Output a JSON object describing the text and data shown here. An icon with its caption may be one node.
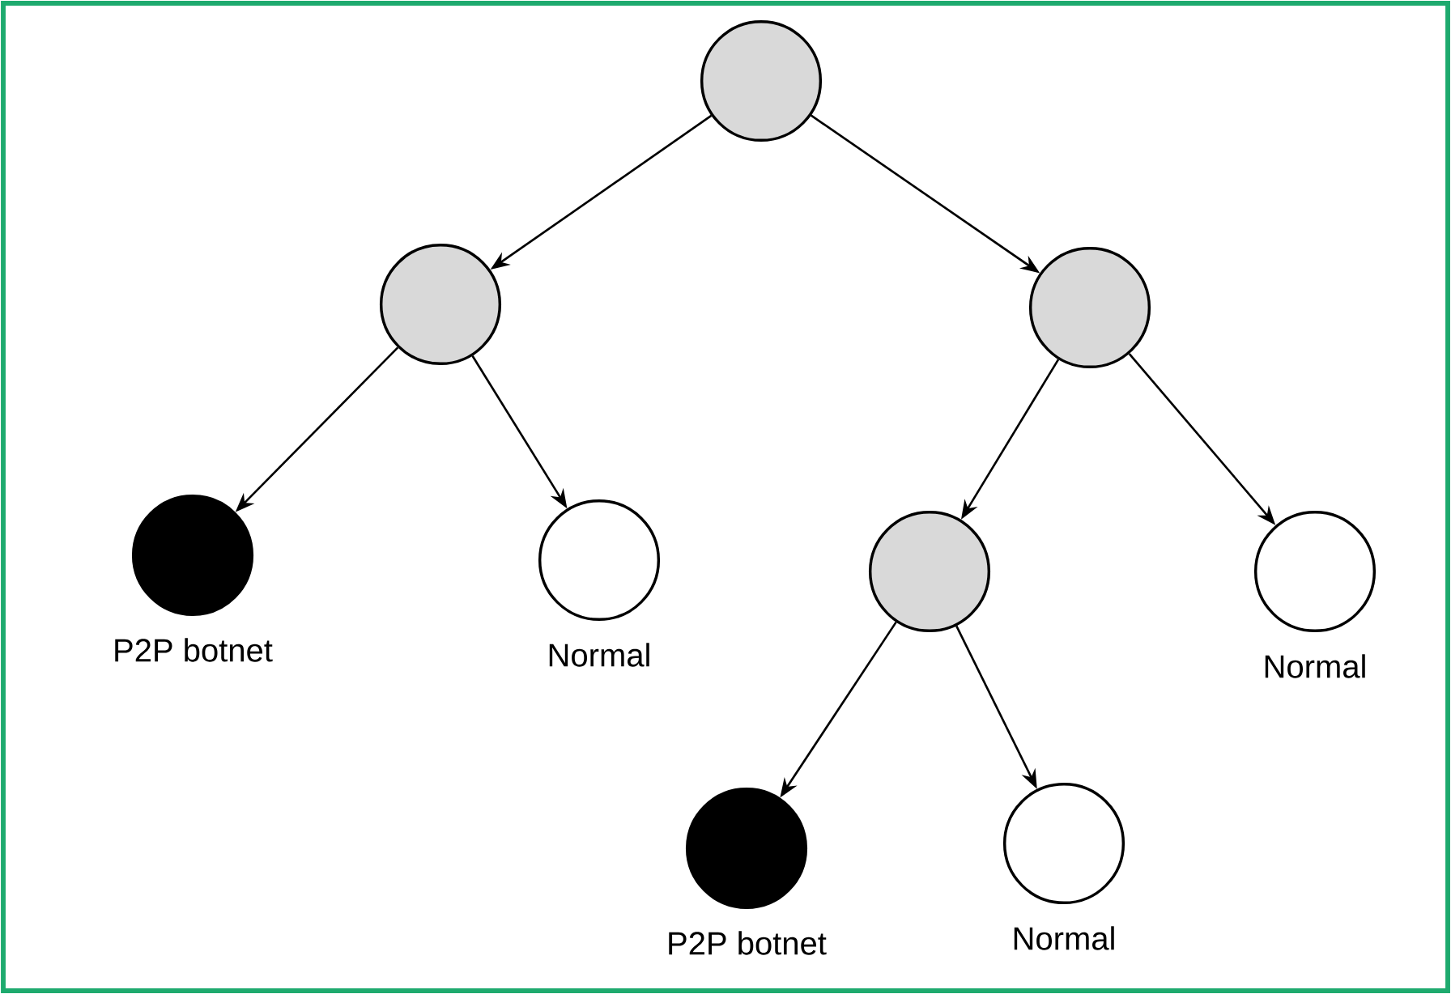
{
  "diagram": {
    "nodes": [
      {
        "text": [],
        "shape": "circle"
      },
      {
        "text": [],
        "shape": "circle"
      },
      {
        "text": [],
        "shape": "circle"
      },
      {
        "text": [
          "P2P botnet"
        ]
      },
      {
        "text": [
          "Normal"
        ]
      },
      {
        "text": [],
        "shape": "circle"
      },
      {
        "text": [
          "Normal"
        ]
      },
      {
        "text": [
          "P2P botnet"
        ]
      },
      {
        "text": [
          "Normal"
        ]
      }
    ],
    "edges": [
      {
        "from": 0,
        "to": 1,
        "arrow": "to"
      },
      {
        "from": 0,
        "to": 2,
        "arrow": "to"
      },
      {
        "from": 1,
        "to": 3,
        "arrow": "to"
      },
      {
        "from": 1,
        "to": 4,
        "arrow": "to"
      },
      {
        "from": 2,
        "to": 5,
        "arrow": "to"
      },
      {
        "from": 2,
        "to": 6,
        "arrow": "to"
      },
      {
        "from": 5,
        "to": 7,
        "arrow": "to"
      },
      {
        "from": 5,
        "to": 8,
        "arrow": "to"
      }
    ]
  }
}
